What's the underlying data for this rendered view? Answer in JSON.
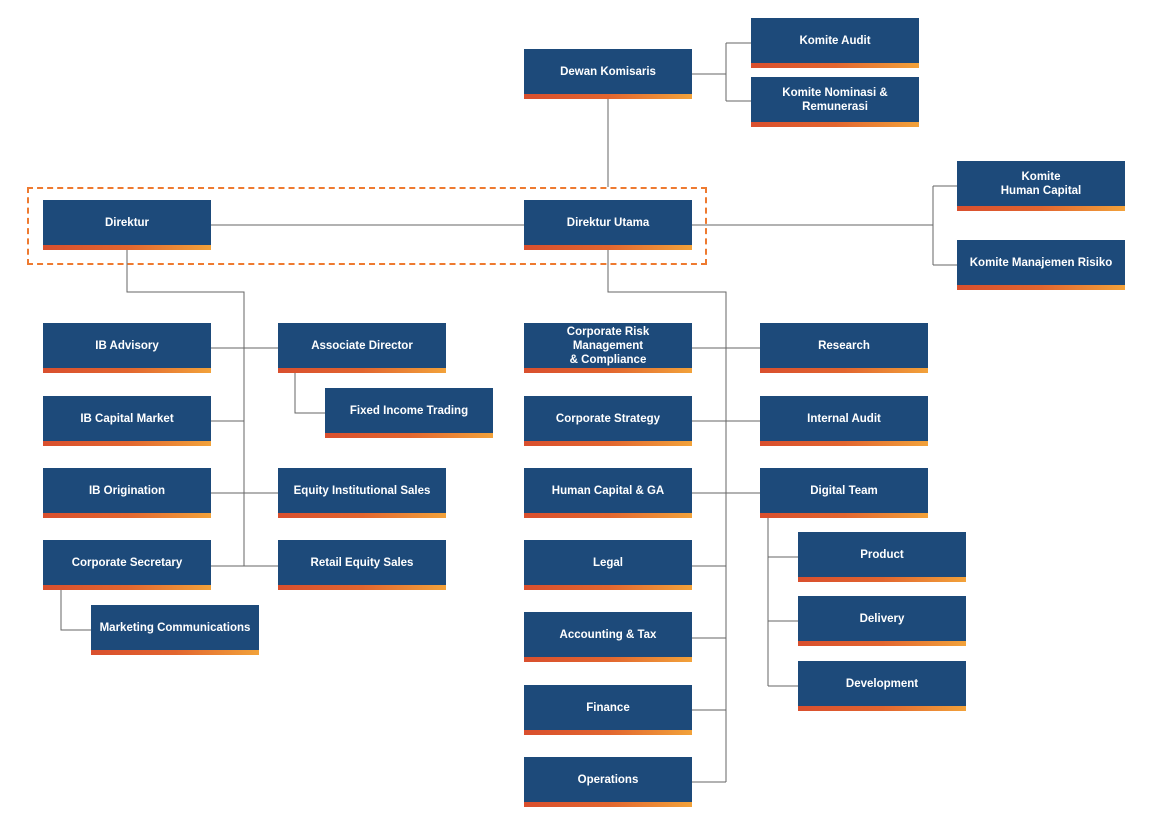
{
  "org_chart": {
    "nodes": {
      "dewan_komisaris": "Dewan Komisaris",
      "komite_audit": "Komite Audit",
      "komite_nominasi": "Komite Nominasi &\nRemunerasi",
      "komite_human_capital": "Komite\nHuman Capital",
      "komite_manajemen_risiko": "Komite Manajemen Risiko",
      "direktur": "Direktur",
      "direktur_utama": "Direktur Utama",
      "ib_advisory": "IB Advisory",
      "associate_director": "Associate Director",
      "fixed_income_trading": "Fixed Income Trading",
      "ib_capital_market": "IB Capital Market",
      "ib_origination": "IB Origination",
      "equity_institutional_sales": "Equity Institutional Sales",
      "corporate_secretary": "Corporate Secretary",
      "retail_equity_sales": "Retail Equity Sales",
      "marketing_communications": "Marketing Communications",
      "corporate_risk": "Corporate Risk Management\n& Compliance",
      "research": "Research",
      "corporate_strategy": "Corporate Strategy",
      "internal_audit": "Internal Audit",
      "human_capital_ga": "Human Capital & GA",
      "digital_team": "Digital Team",
      "product": "Product",
      "delivery": "Delivery",
      "development": "Development",
      "legal": "Legal",
      "accounting_tax": "Accounting & Tax",
      "finance": "Finance",
      "operations": "Operations"
    },
    "colors": {
      "box": "#1d4a7a",
      "accent_start": "#d94f2e",
      "accent_end": "#f2a23a",
      "connector": "#666666",
      "highlight_dash": "#ee7a30"
    }
  }
}
